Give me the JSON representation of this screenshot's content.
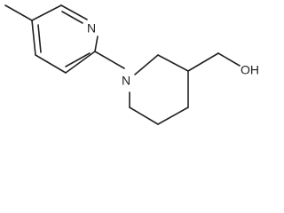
{
  "molecule": {
    "atoms": {
      "pyridine_n": "N",
      "piperidine_n": "N",
      "hydroxyl": "OH"
    }
  }
}
